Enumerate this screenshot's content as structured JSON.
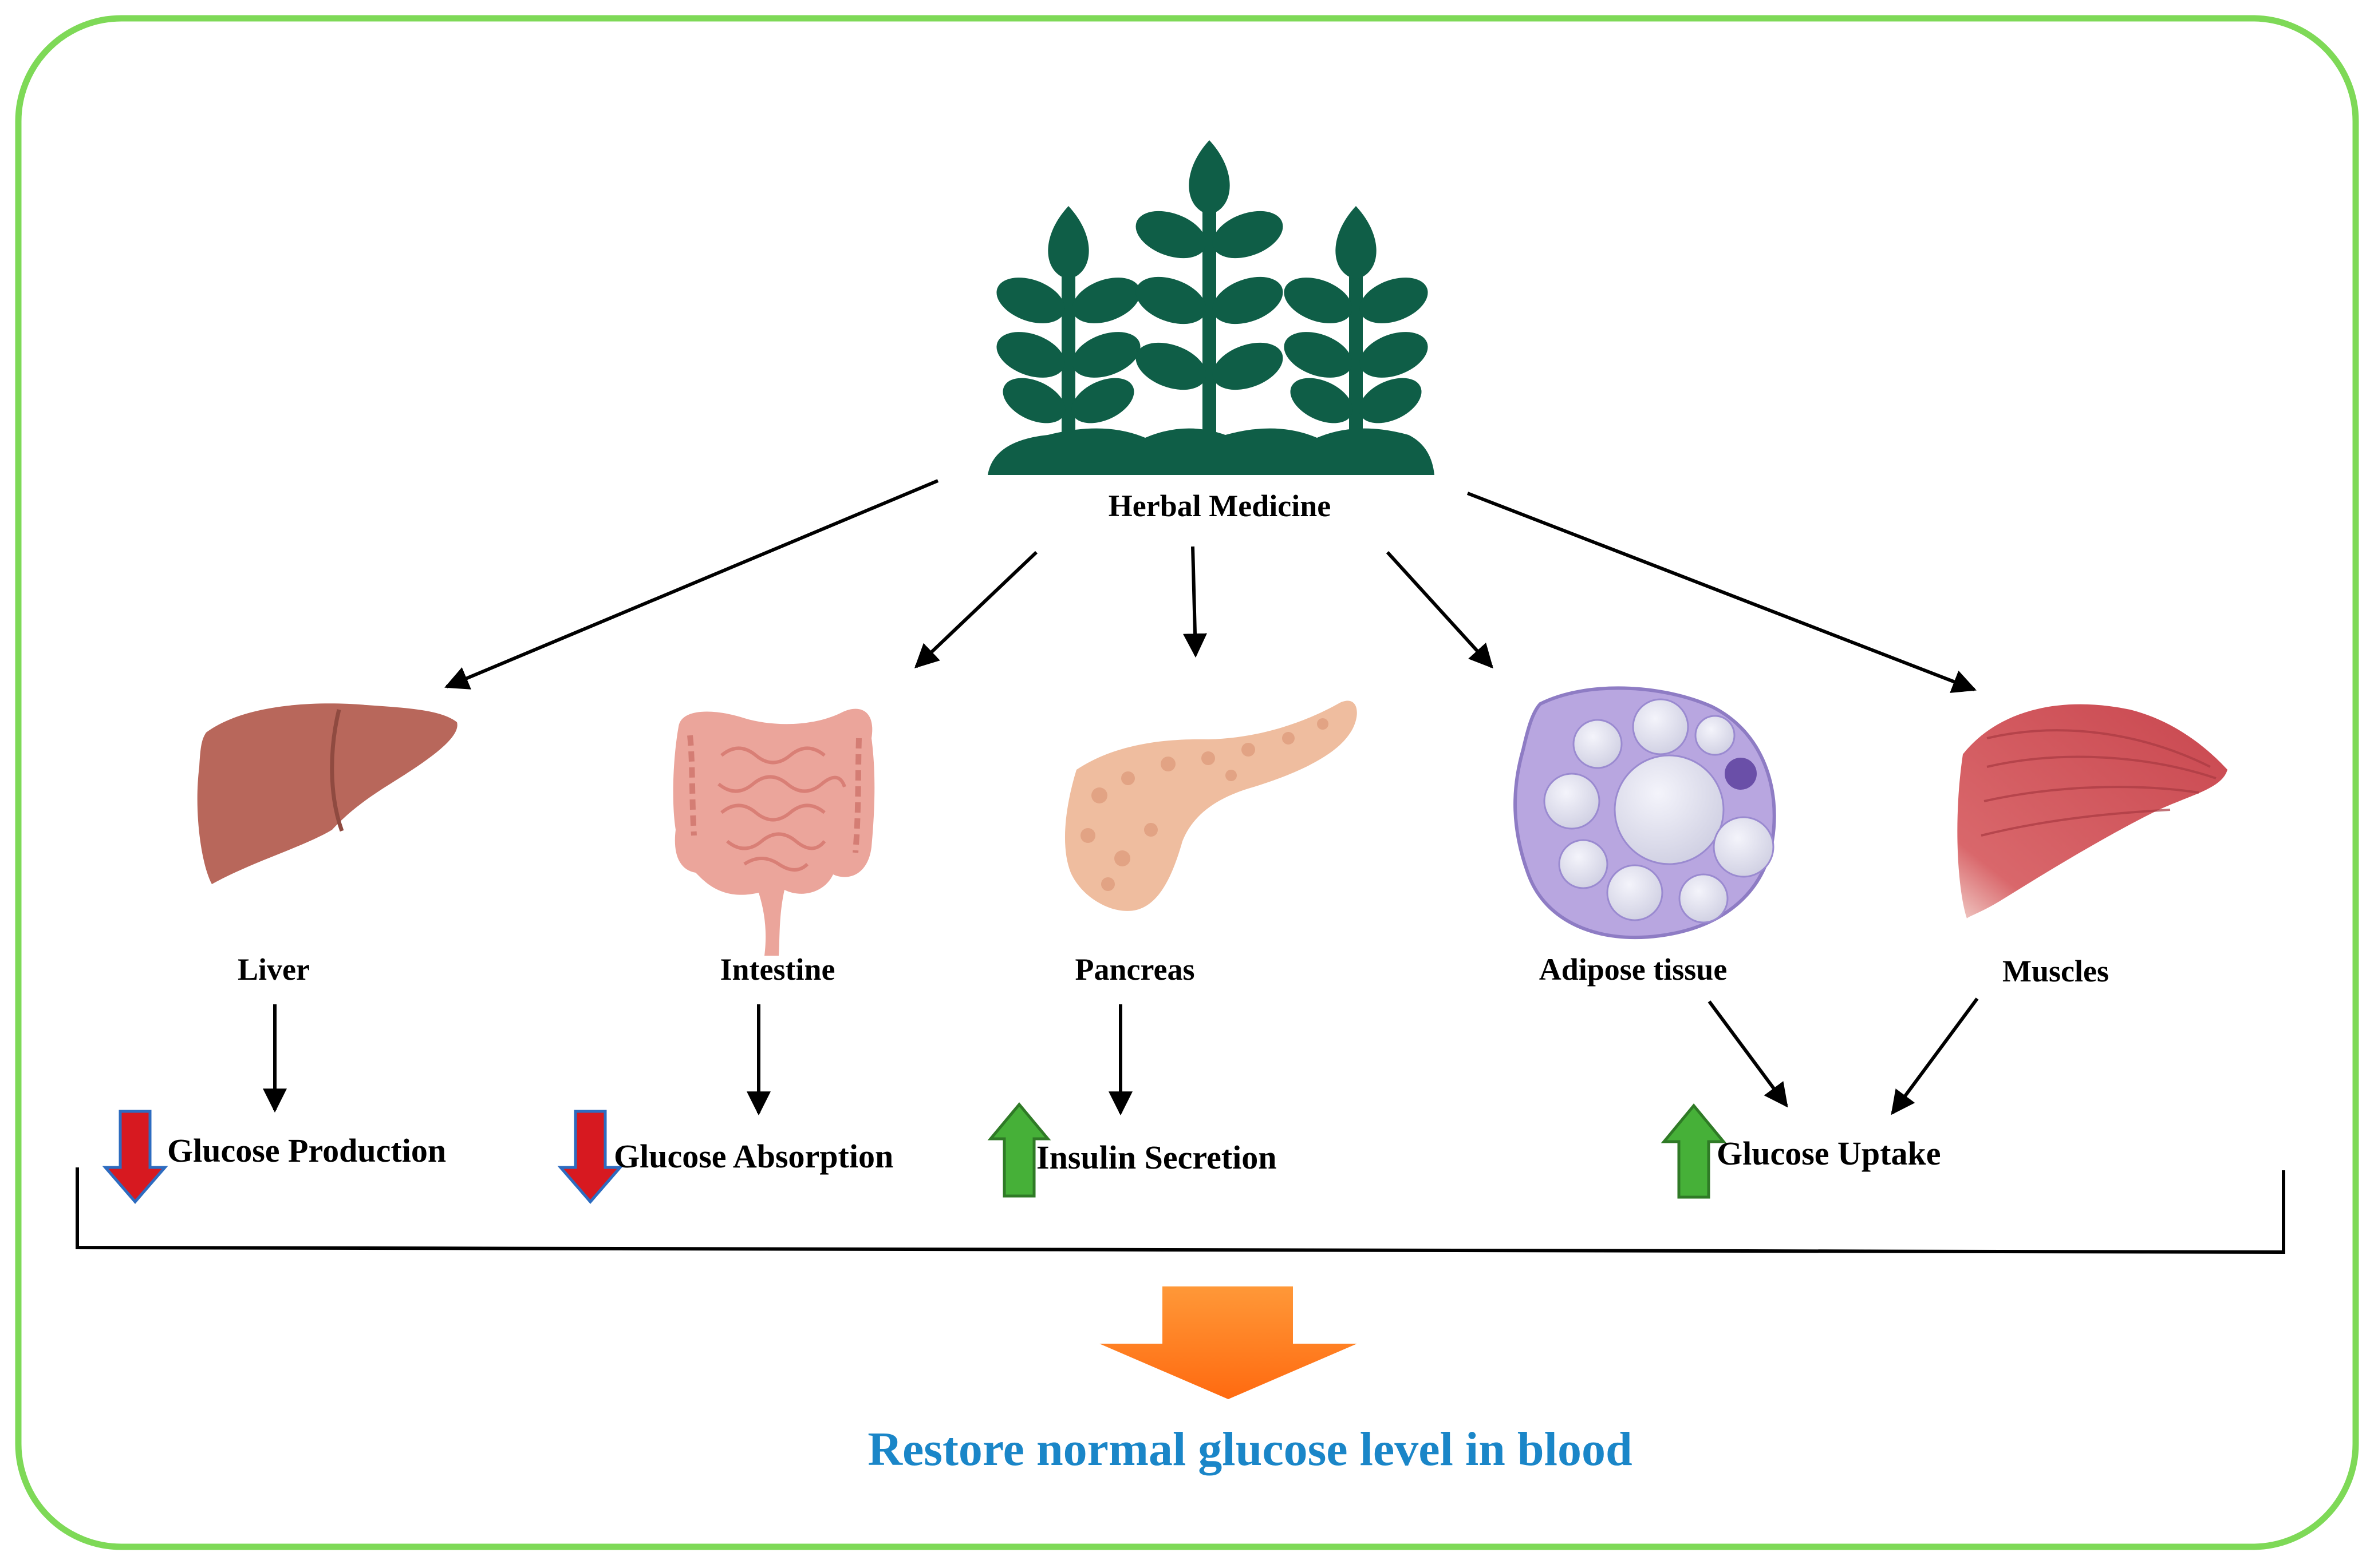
{
  "source": {
    "label": "Herbal Medicine"
  },
  "organs": [
    {
      "name": "Liver",
      "effect": "Glucose Production",
      "direction": "down"
    },
    {
      "name": "Intestine",
      "effect": "Glucose Absorption",
      "direction": "down"
    },
    {
      "name": "Pancreas",
      "effect": "Insulin Secretion",
      "direction": "up"
    },
    {
      "name": "Adipose tissue",
      "effect": "Glucose Uptake",
      "direction": "up"
    },
    {
      "name": "Muscles"
    }
  ],
  "outcome": {
    "label": "Restore normal glucose level in blood"
  },
  "colors": {
    "frame": "#7ed957",
    "plant": "#0f5e47",
    "down_arrow": "#d71920",
    "down_arrow_edge": "#2d6cc0",
    "up_arrow": "#46b038",
    "up_arrow_edge": "#2f7a26",
    "big_arrow": "#ff7a1a",
    "outcome_text": "#1a86c8",
    "liver": "#b8675b",
    "intestine": "#eba59b",
    "pancreas": "#efbd9f",
    "adipose": "#b8a6e0",
    "muscle": "#d1555c"
  },
  "icons": [
    "plant-icon",
    "liver-icon",
    "intestine-icon",
    "pancreas-icon",
    "adipose-icon",
    "muscle-icon"
  ]
}
